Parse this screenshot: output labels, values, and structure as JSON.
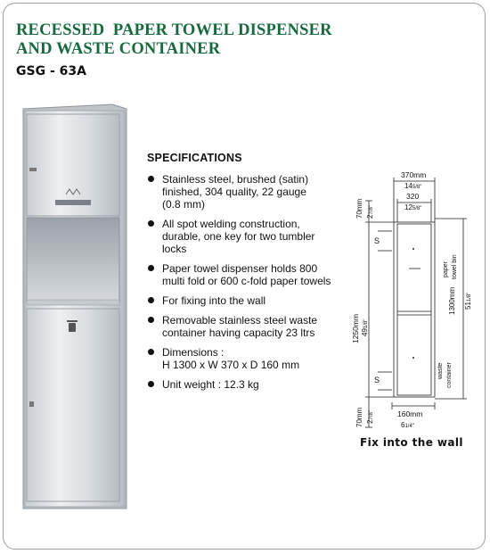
{
  "header": {
    "title_line1": "RECESSED  PAPER TOWEL DISPENSER",
    "title_line2": "AND WASTE CONTAINER",
    "model": "GSG - 63A"
  },
  "specifications": {
    "heading": "SPECIFICATIONS",
    "items": [
      {
        "line1": "Stainless steel, brushed (satin)",
        "line2": "finished, 304 quality, 22 gauge",
        "line3": "(0.8 mm)"
      },
      {
        "line1": "All spot welding construction,",
        "line2": "durable, one key for two tumbler",
        "line3": "locks"
      },
      {
        "line1": "Paper towel dispenser holds 800",
        "line2": "multi fold or 600 c-fold paper towels"
      },
      {
        "line1": "For fixing into the wall"
      },
      {
        "line1": "Removable stainless steel waste",
        "line2": "container having capacity 23 ltrs"
      },
      {
        "line1": "Dimensions :",
        "line2": "H 1300 x W 370 x D 160 mm"
      },
      {
        "line1": "Unit weight : 12.3 kg"
      }
    ]
  },
  "diagram": {
    "width_outer_mm": "370mm",
    "width_outer_in": "14",
    "width_outer_in_frac": "5/8\"",
    "width_inner_mm": "320",
    "width_inner_in": "12",
    "width_inner_in_frac": "5/8\"",
    "top_mm": "70mm",
    "top_in": "2",
    "top_in_frac": "7/8\"",
    "bottom_mm": "70mm",
    "bottom_in": "2",
    "bottom_in_frac": "7/8\"",
    "height_wall_mm": "1250mm",
    "height_wall_in": "49",
    "height_wall_in_frac": "1/8\"",
    "height_unit_mm": "1300mm",
    "height_unit_in": "51",
    "height_unit_in_frac": "1/8\"",
    "label_paper": "paper",
    "label_towel_bin": "towel bin",
    "label_waste": "waste",
    "label_container": "container",
    "s_label": "S",
    "depth_mm": "160mm",
    "depth_in": "6",
    "depth_in_frac": "1/4\"",
    "caption": "Fix into the wall"
  },
  "colors": {
    "title_green": "#176a3e",
    "steel_light": "#e3e6e9",
    "steel_dark": "#8e949b"
  }
}
